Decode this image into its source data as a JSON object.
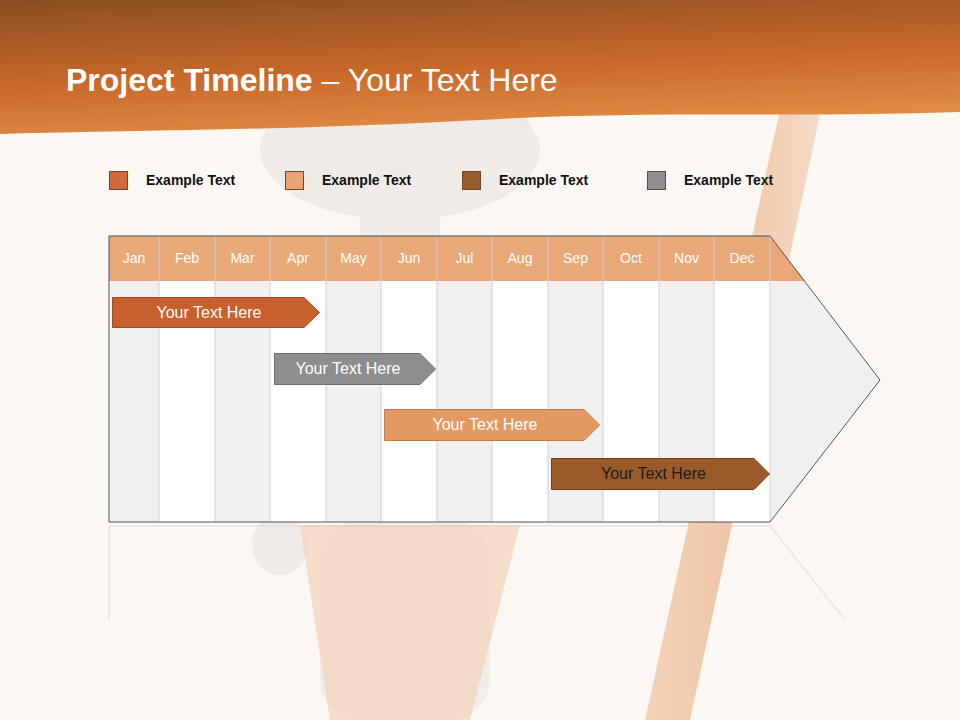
{
  "diagram": {
    "title": "Project Timeline",
    "nodes": [
      {
        "text": [
          "Your Text Here"
        ]
      },
      {
        "text": [
          "Your Text Here"
        ]
      },
      {
        "text": [
          "Your Text Here"
        ]
      },
      {
        "text": [
          "Your Text Here"
        ]
      }
    ],
    "labels": [
      "– Your Text Here",
      "Jan",
      "Feb",
      "Mar",
      "Apr",
      "May",
      "Jun",
      "Jul",
      "Aug",
      "Sep",
      "Oct",
      "Nov",
      "Dec"
    ],
    "legend": [
      {
        "text": "Example Text",
        "color": "#d2693a"
      },
      {
        "text": "Example Text",
        "color": "#e8a474"
      },
      {
        "text": "Example Text",
        "color": "#9a5a2a"
      },
      {
        "text": "Example Text",
        "color": "#8e8e8e"
      }
    ]
  }
}
